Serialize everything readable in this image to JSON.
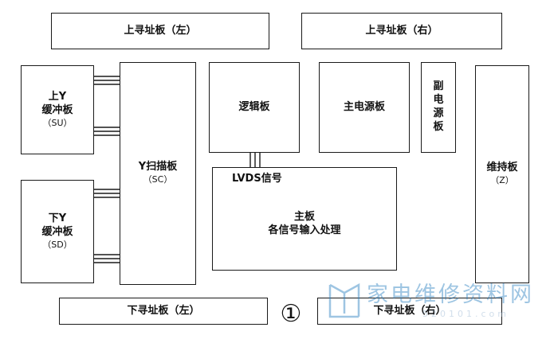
{
  "diagram": {
    "addr_top_left": "上寻址板（左）",
    "addr_top_right": "上寻址板（右）",
    "y_buffer_up": {
      "line1": "上Y",
      "line2": "缓冲板",
      "line3": "（SU）"
    },
    "y_buffer_down": {
      "line1": "下Y",
      "line2": "缓冲板",
      "line3": "（SD）"
    },
    "y_scan": {
      "line1": "Y扫描板",
      "line2": "（SC）"
    },
    "logic_board": "逻辑板",
    "main_power": "主电源板",
    "sub_power": [
      "副",
      "电",
      "源",
      "板"
    ],
    "sustain": {
      "line1": "维持板",
      "line2": "（Z）"
    },
    "main_board": {
      "lvds": "LVDS信号",
      "line1": "主板",
      "line2": "各信号输入处理"
    },
    "addr_bottom_left": "下寻址板（左）",
    "addr_bottom_right": "下寻址板（右）",
    "figure_number": "①"
  },
  "watermark": {
    "text": "家电维修资料网",
    "url": "520101.com"
  },
  "colors": {
    "line": "#1a1a1a",
    "watermark": "#2a7fc1"
  }
}
